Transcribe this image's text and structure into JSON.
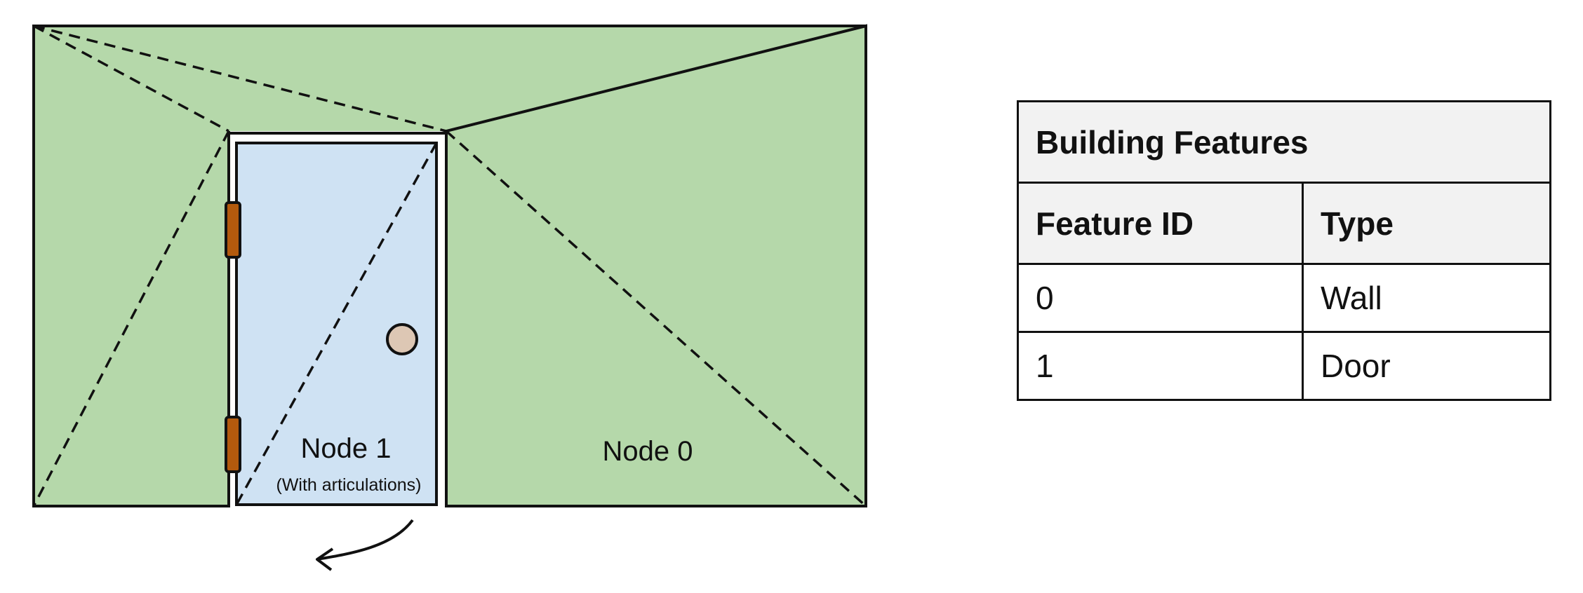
{
  "diagram": {
    "nodes": [
      {
        "id": "node-0",
        "label": "Node 0",
        "note": "",
        "fill": "#b5d8aa"
      },
      {
        "id": "node-1",
        "label": "Node 1",
        "note": "(With articulations)",
        "fill": "#cfe2f3"
      }
    ],
    "colors": {
      "wall_fill": "#b5d8aa",
      "door_fill": "#cfe2f3",
      "hinge_fill": "#b35a0d",
      "knob_fill": "#ddc7b4",
      "stroke": "#111111"
    }
  },
  "table": {
    "title": "Building Features",
    "headers": [
      "Feature ID",
      "Type"
    ],
    "rows": [
      [
        "0",
        "Wall"
      ],
      [
        "1",
        "Door"
      ]
    ]
  }
}
